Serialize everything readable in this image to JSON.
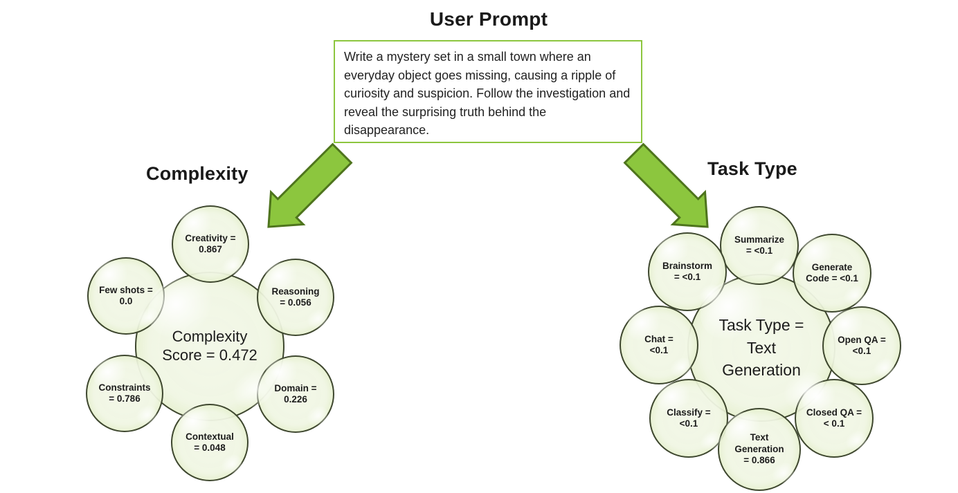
{
  "header": {
    "title": "User Prompt"
  },
  "prompt_box": {
    "text": "Write a mystery set in a small town where an everyday object goes missing, causing a ripple of curiosity and suspicion. Follow the investigation and reveal the surprising truth behind the disappearance."
  },
  "complexity": {
    "title": "Complexity",
    "center": {
      "label": "Complexity\nScore = 0.472",
      "score": 0.472
    },
    "satellites": [
      {
        "name": "creativity",
        "label": "Creativity =\n0.867",
        "value": 0.867
      },
      {
        "name": "few-shots",
        "label": "Few shots =\n0.0",
        "value": 0.0
      },
      {
        "name": "reasoning",
        "label": "Reasoning\n= 0.056",
        "value": 0.056
      },
      {
        "name": "constraints",
        "label": "Constraints\n= 0.786",
        "value": 0.786
      },
      {
        "name": "domain",
        "label": "Domain =\n0.226",
        "value": 0.226
      },
      {
        "name": "contextual",
        "label": "Contextual\n= 0.048",
        "value": 0.048
      }
    ]
  },
  "task_type": {
    "title": "Task Type",
    "center": {
      "label": "Task Type =\nText\nGeneration",
      "selected": "Text Generation"
    },
    "satellites": [
      {
        "name": "summarize",
        "label": "Summarize\n= <0.1",
        "value": "<0.1"
      },
      {
        "name": "brainstorm",
        "label": "Brainstorm\n= <0.1",
        "value": "<0.1"
      },
      {
        "name": "generate-code",
        "label": "Generate\nCode = <0.1",
        "value": "<0.1"
      },
      {
        "name": "chat",
        "label": "Chat =\n<0.1",
        "value": "<0.1"
      },
      {
        "name": "open-qa",
        "label": "Open QA =\n<0.1",
        "value": "<0.1"
      },
      {
        "name": "classify",
        "label": "Classify =\n<0.1",
        "value": "<0.1"
      },
      {
        "name": "closed-qa",
        "label": "Closed QA =\n< 0.1",
        "value": "< 0.1"
      },
      {
        "name": "text-generation",
        "label": "Text\nGeneration\n= 0.866",
        "value": 0.866
      }
    ]
  },
  "colors": {
    "accent_green": "#8cc63e",
    "arrow_fill": "#8cc63e",
    "arrow_outline": "#4e741d",
    "bubble_rim": "#8abc45",
    "bubble_fill": "#f0f6e3",
    "outline_dark": "#303822",
    "text": "#1f1f1f"
  }
}
